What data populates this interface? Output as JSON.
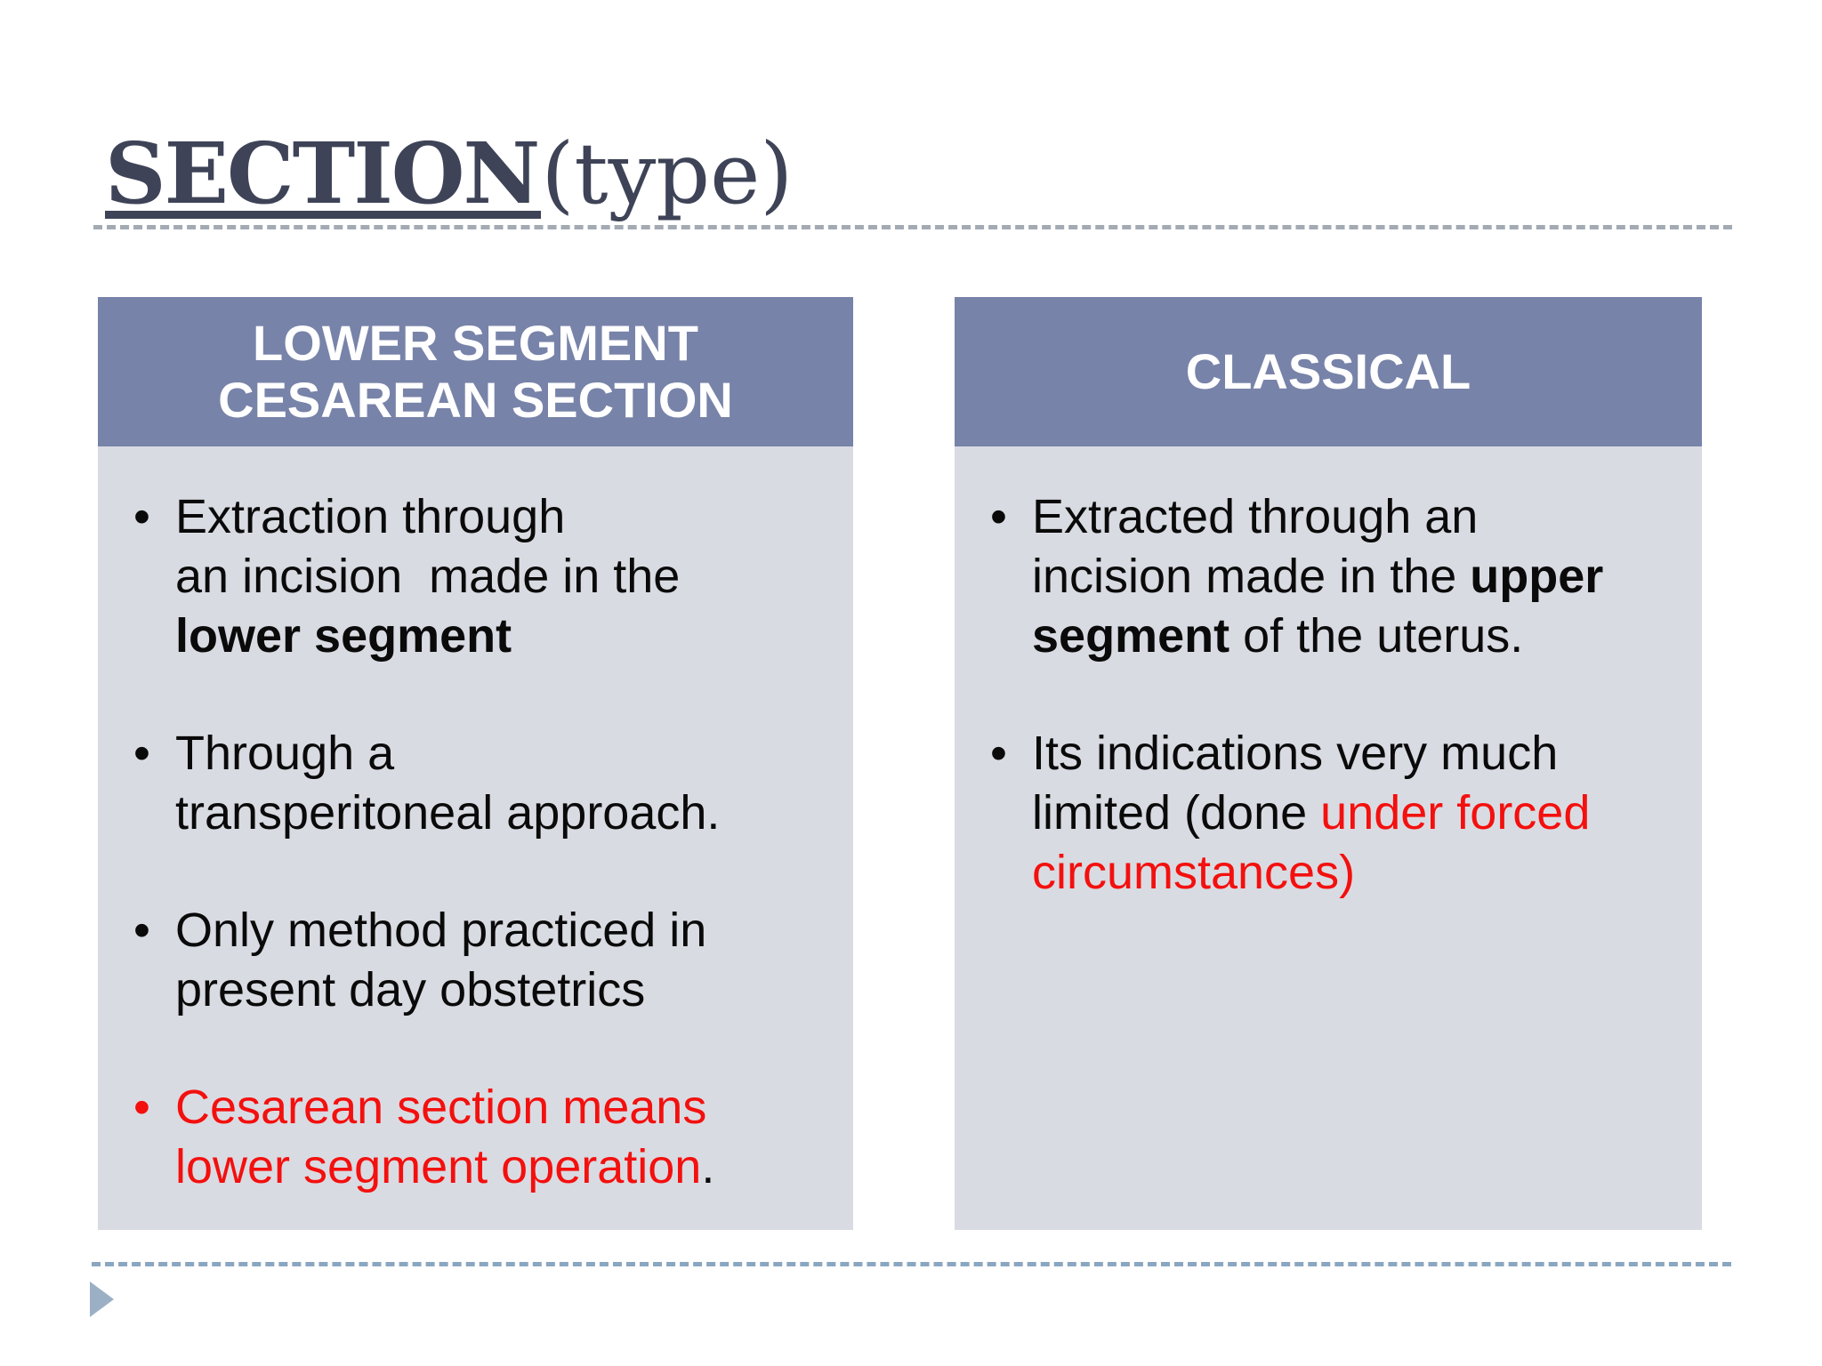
{
  "slide": {
    "title_main": "SECTION",
    "title_suffix": "(type)",
    "columns": [
      {
        "header_lines": [
          "LOWER SEGMENT",
          "CESAREAN SECTION"
        ],
        "bullets": [
          {
            "segments": [
              {
                "text": "Extraction through\nan incision  made in the\n"
              },
              {
                "text": "lower segment",
                "style": "bold"
              }
            ]
          },
          {
            "segments": [
              {
                "text": "Through a\ntransperitoneal approach."
              }
            ]
          },
          {
            "segments": [
              {
                "text": "Only method practiced in\npresent day obstetrics"
              }
            ]
          },
          {
            "marker": "red",
            "segments": [
              {
                "text": "Cesarean section means\nlower segment operation",
                "style": "red"
              },
              {
                "text": "."
              }
            ]
          }
        ]
      },
      {
        "header_lines": [
          "CLASSICAL"
        ],
        "bullets": [
          {
            "segments": [
              {
                "text": "Extracted through an\nincision made in the "
              },
              {
                "text": "upper\nsegment",
                "style": "bold"
              },
              {
                "text": " of the uterus."
              }
            ]
          },
          {
            "segments": [
              {
                "text": "Its indications very much\nlimited (done "
              },
              {
                "text": "under forced\ncircumstances)",
                "style": "red"
              }
            ]
          }
        ]
      }
    ],
    "colors": {
      "title": "#3e4357",
      "header_bg": "#7883a9",
      "body_bg": "#d9dbe2",
      "body_text": "#0a0a0a",
      "accent_red": "#f3100e",
      "rule_top": "#a3aab3",
      "rule_bottom": "#8ba6c0",
      "triangle": "#9cb0c5"
    }
  }
}
